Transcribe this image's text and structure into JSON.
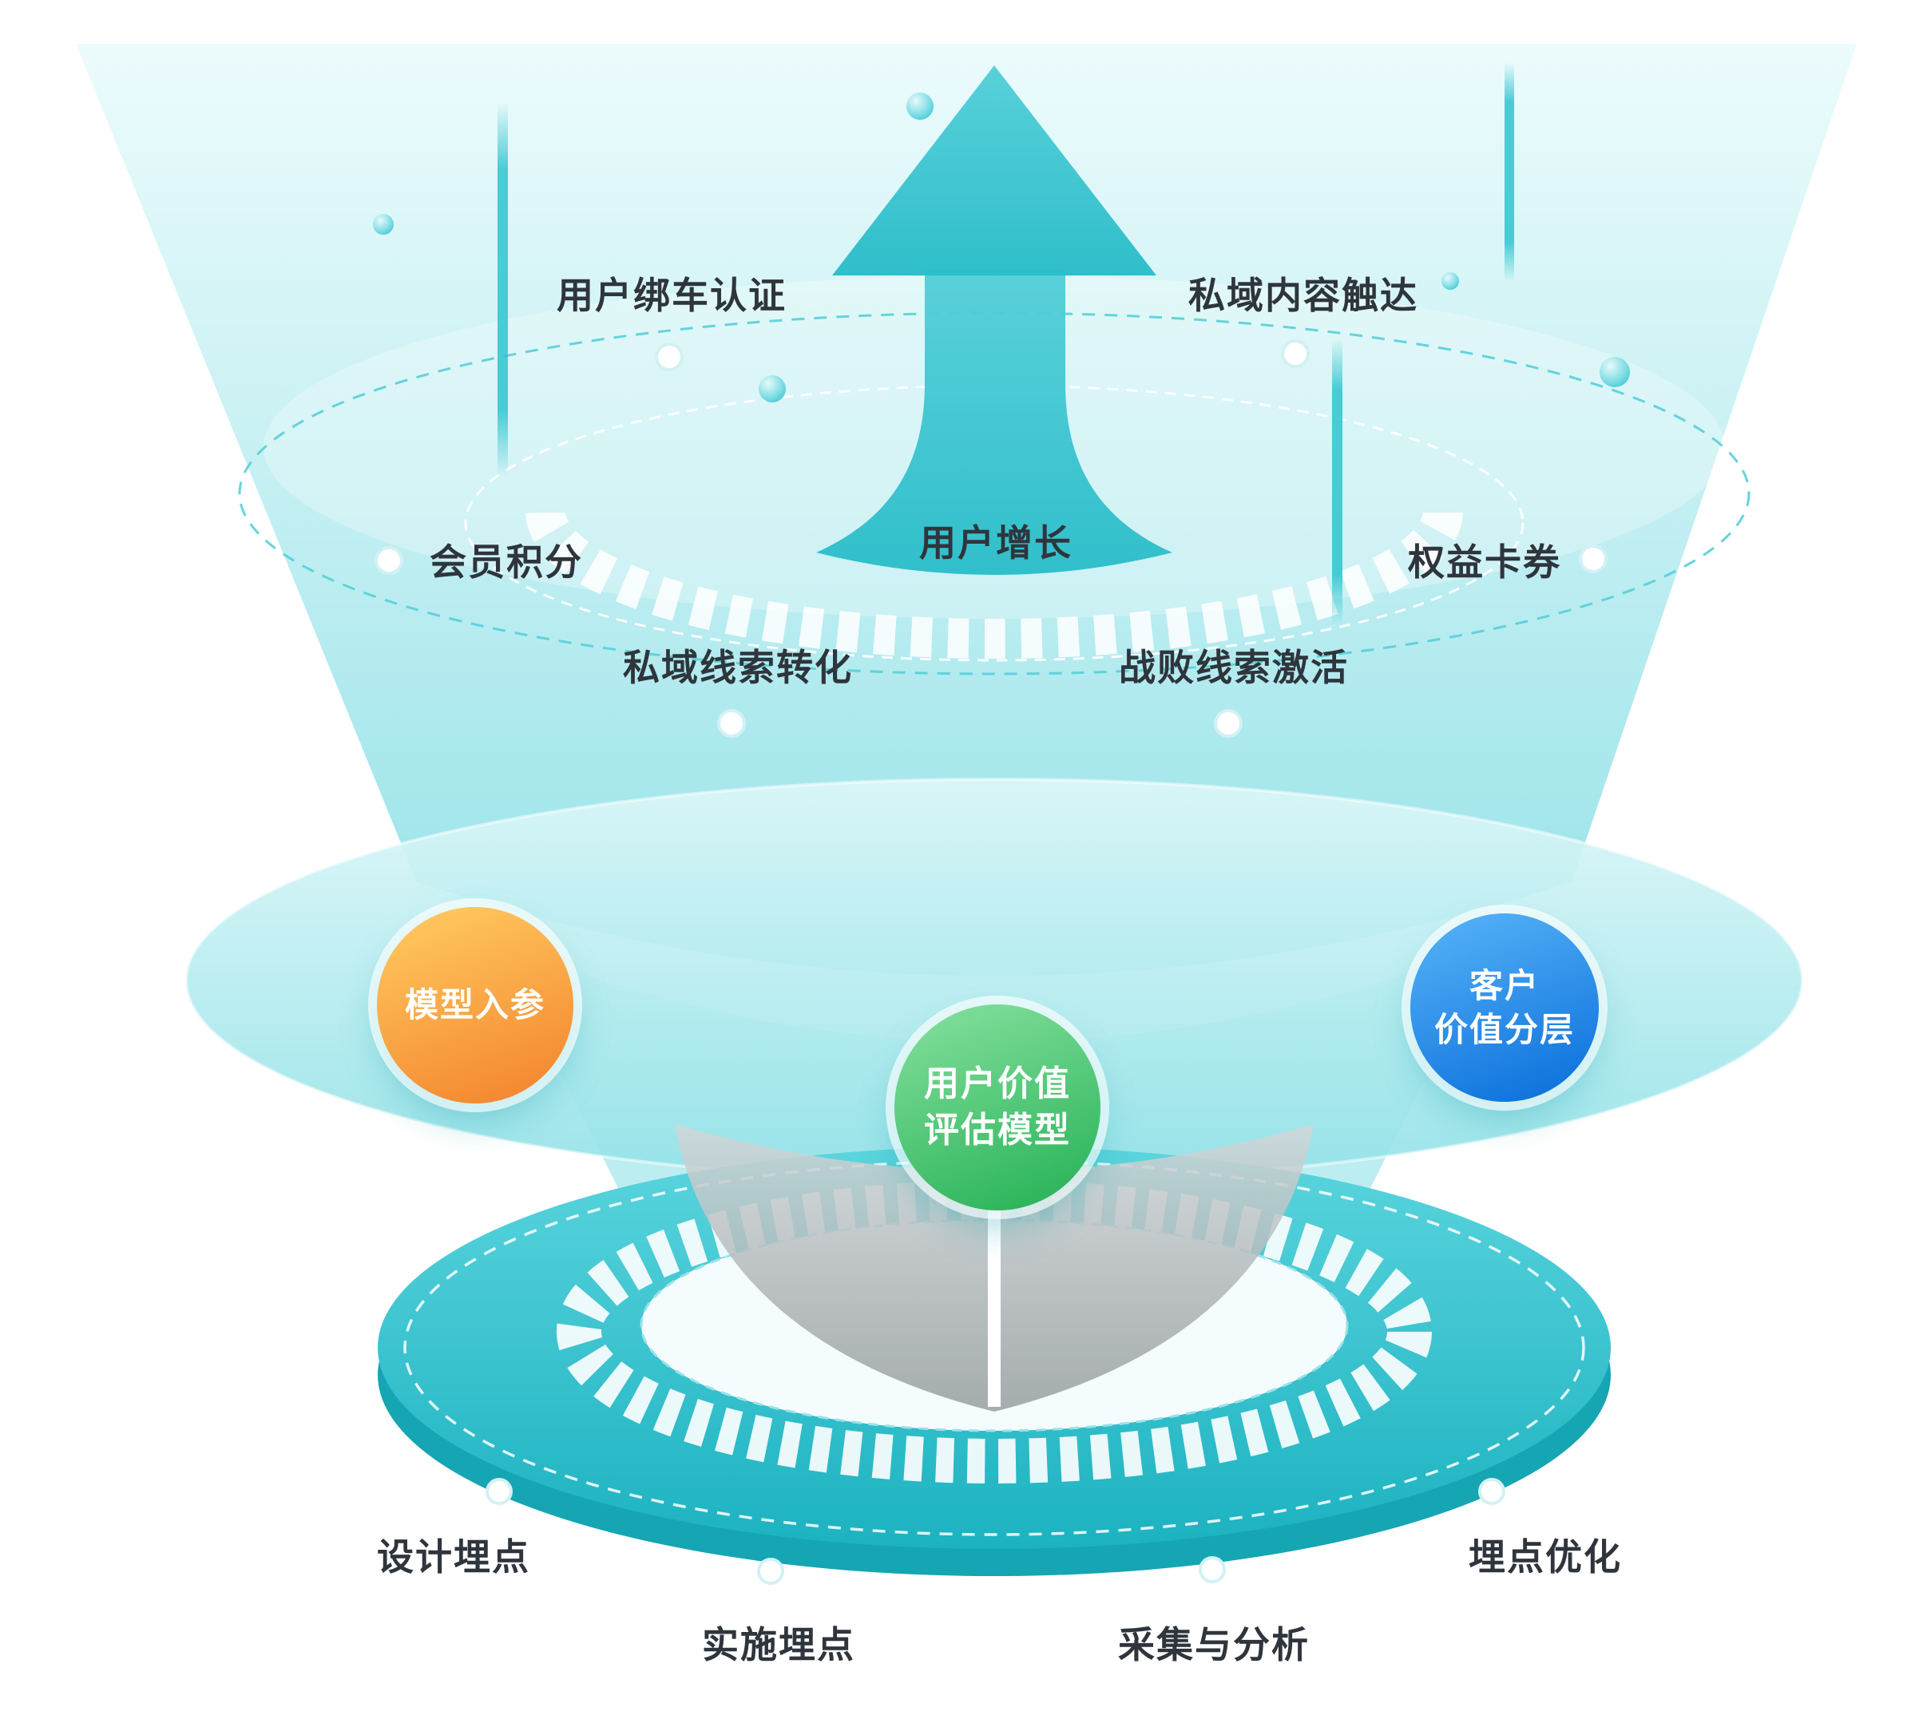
{
  "diagram": {
    "upper_labels": {
      "bind_auth": "用户绑车认证",
      "private_content_reach": "私域内容触达",
      "member_points": "会员积分",
      "benefit_cards": "权益卡券",
      "user_growth": "用户增长",
      "private_lead_conversion": "私域线索转化",
      "lost_lead_activation": "战败线索激活"
    },
    "nodes": {
      "model_input": {
        "label": "模型入参",
        "color": "#F79A3E"
      },
      "user_value_model": {
        "line1": "用户价值",
        "line2": "评估模型",
        "color": "#3BBE63"
      },
      "customer_value_tiering": {
        "line1": "客户",
        "line2": "价值分层",
        "color": "#1A80E4"
      }
    },
    "lower_labels": {
      "design_tracking": "设计埋点",
      "implement_tracking": "实施埋点",
      "collection_analysis": "采集与分析",
      "tracking_optimization": "埋点优化"
    },
    "colors": {
      "primary_teal": "#2EC4CF",
      "ring_teal_dark": "#15A5B3",
      "text": "#2F353C"
    }
  }
}
